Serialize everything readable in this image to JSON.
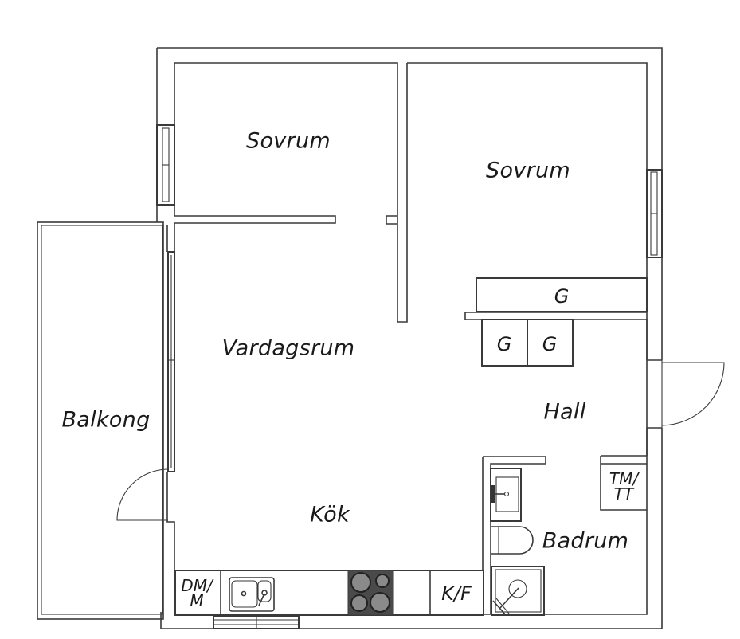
{
  "floorplan": {
    "rooms": {
      "bedroom_1": "Sovrum",
      "bedroom_2": "Sovrum",
      "living_room": "Vardagsrum",
      "kitchen": "Kök",
      "balcony": "Balkong",
      "hall": "Hall",
      "bathroom": "Badrum"
    },
    "fixtures": {
      "wardrobe_top": "G",
      "wardrobe_left": "G",
      "wardrobe_right": "G",
      "dishwasher_line1": "DM/",
      "dishwasher_line2": "M",
      "fridge_freezer": "K/F",
      "washer_dryer_line1": "TM/",
      "washer_dryer_line2": "TT"
    },
    "colors": {
      "line": "#3a3a3a",
      "stove": "#4a4a4a",
      "burner": "#8a8a8a",
      "background": "#ffffff"
    }
  }
}
